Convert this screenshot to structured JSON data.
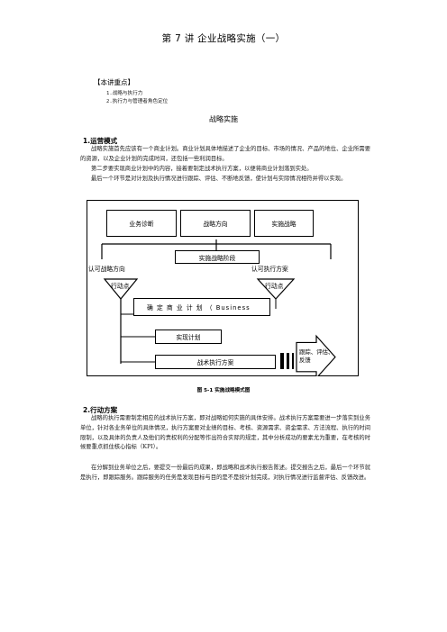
{
  "page_title": "第 7 讲   企业战略实施（一）",
  "key_points": {
    "heading": "【本讲重点】",
    "items": [
      "1.战略与执行力",
      "2.执行力与管理者角色定位"
    ]
  },
  "section_title": "战略实施",
  "section1": {
    "heading": "1.运营模式",
    "paragraphs": [
      "战略实施首先应该有一个商业计划。商业计划具体地描述了企业的目标、市场的情况、产品的地位、企业所需要的资源，以及企业计划的完成时间，还包括一些利润目标。",
      "第二步要实现商业计划中的内容，接着要制定战术执行方案，以便将商业计划落到实处。",
      "最后一个环节是对计划及执行情况进行跟踪、评估、不断地反馈，使计划与实际情况相符并得以实现。"
    ]
  },
  "diagram": {
    "boxes": {
      "business_diagnosis": "业务诊断",
      "strategy_direction": "战略方向",
      "implement_strategy": "实施战略",
      "implementation_phase": "实施战略阶段",
      "business_plan": "确 定 商 业 计 划 （ Business",
      "implementation_plan": "实现计划",
      "tactical_plan": "战术执行方案",
      "tracking": "跟踪、评估、反馈"
    },
    "labels": {
      "approve_direction": "认可战略方向",
      "approve_plan": "认可执行方案",
      "action_point_left": "行动点",
      "action_point_right": "行动点"
    }
  },
  "figure_caption": "图 5-1    实施战略模式图",
  "section2": {
    "heading": "2.行动方案",
    "paragraphs": [
      "战略的执行需要制定相应的战术执行方案，即对战略如何实施的具体安排。战术执行方案需要进一步落实到业务单位，针对各业务单位的具体情况，执行方案要对业绩的目标、考核、资源需求、资金需求、方法流程、执行的时间限制，以及具体的负责人及他们的责权利的分配等作出符合实际的规定，其中分析成功的要素尤为重要，在考核的时候要重点抓住核心指标（KPI）。",
      "在分解到业务单位之后，要提交一份最后的成果，即战略和战术执行报告陈述。提交报告之后，最后一个环节就是执行，即跟踪服务。跟踪服务的任务是发现目标与目的是不是按计划完成，对执行情况进行监督评估、反馈改进。"
    ]
  }
}
